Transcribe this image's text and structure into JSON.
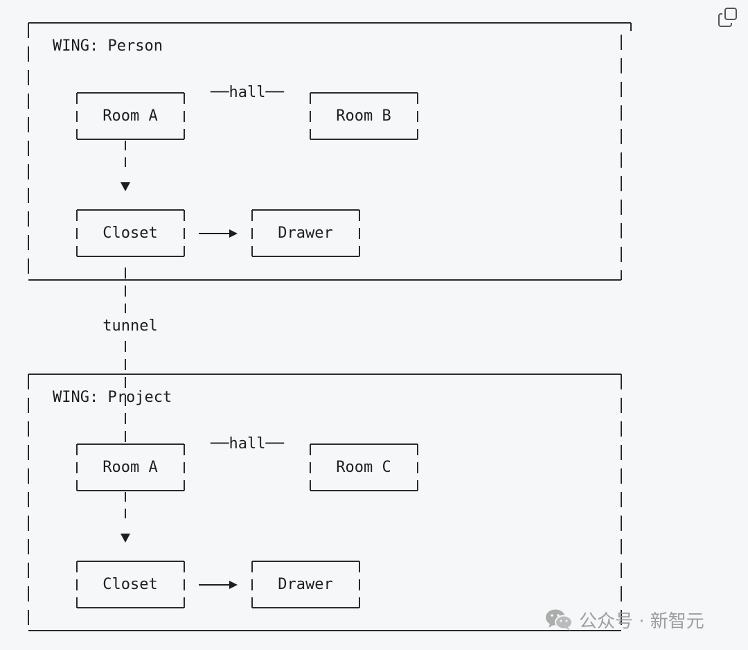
{
  "wings": [
    {
      "title": "WING: Person",
      "hall_label": "──hall──",
      "room_left": "Room A",
      "room_right": "Room B",
      "closet": "Closet",
      "drawer": "Drawer"
    },
    {
      "title": "WING: Project",
      "hall_label": "──hall──",
      "room_left": "Room A",
      "room_right": "Room C",
      "closet": "Closet",
      "drawer": "Drawer"
    }
  ],
  "tunnel_label": "tunnel",
  "watermark": {
    "text": "公众号 · 新智元",
    "icon": "wechat-icon"
  },
  "toolbar": {
    "copy_icon": "copy-icon"
  },
  "colors": {
    "background": "#f6f7f8",
    "line": "#2a2a2a",
    "text": "#1e1e1e",
    "watermark": "#9a9a9a"
  }
}
